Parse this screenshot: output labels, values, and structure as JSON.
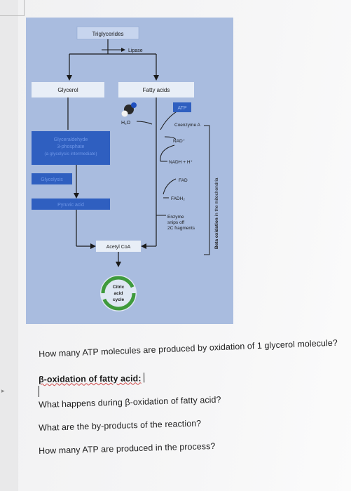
{
  "figure": {
    "nodes": {
      "triglycerides": "Triglycerides",
      "lipase": "Lipase",
      "glycerol": "Glycerol",
      "fatty_acids": "Fatty acids",
      "glyceraldehyde": [
        "Glyceraldehyde",
        "3-phosphate",
        "(a glycolysis intermediate)"
      ],
      "glycolysis": "Glycolysis",
      "pyruvic_acid": "Pyruvic acid",
      "acetyl_coa": "Acetyl CoA",
      "citric_acid_cycle": [
        "Citric",
        "acid",
        "cycle"
      ],
      "water": "H₂O",
      "atp": "ATP",
      "coenzyme_a": "Coenzyme A",
      "nad": "NAD⁺",
      "nadh": "NADH + H⁺",
      "fad": "FAD",
      "fadh2": "FADH₂",
      "enzyme_snips": [
        "Enzyme",
        "snips off",
        "2C fragments"
      ],
      "beta_label_bold": "Beta oxidation",
      "beta_label_rest": " in the mitochondria"
    },
    "colors": {
      "background": "#a9bcdf",
      "box_blue": "#2f5fc0",
      "box_light": "#e8eef7",
      "cycle_green": "#3f9a3c",
      "text_dark": "#1a1a1a"
    }
  },
  "questions": {
    "q1": "How many ATP molecules are produced by oxidation of 1 glycerol molecule?",
    "q2": "β-oxidation of fatty acid:",
    "q3": "What happens during β-oxidation of fatty acid?",
    "q4": "What are the by-products of the reaction?",
    "q5": "How many ATP are produced in the process?"
  }
}
